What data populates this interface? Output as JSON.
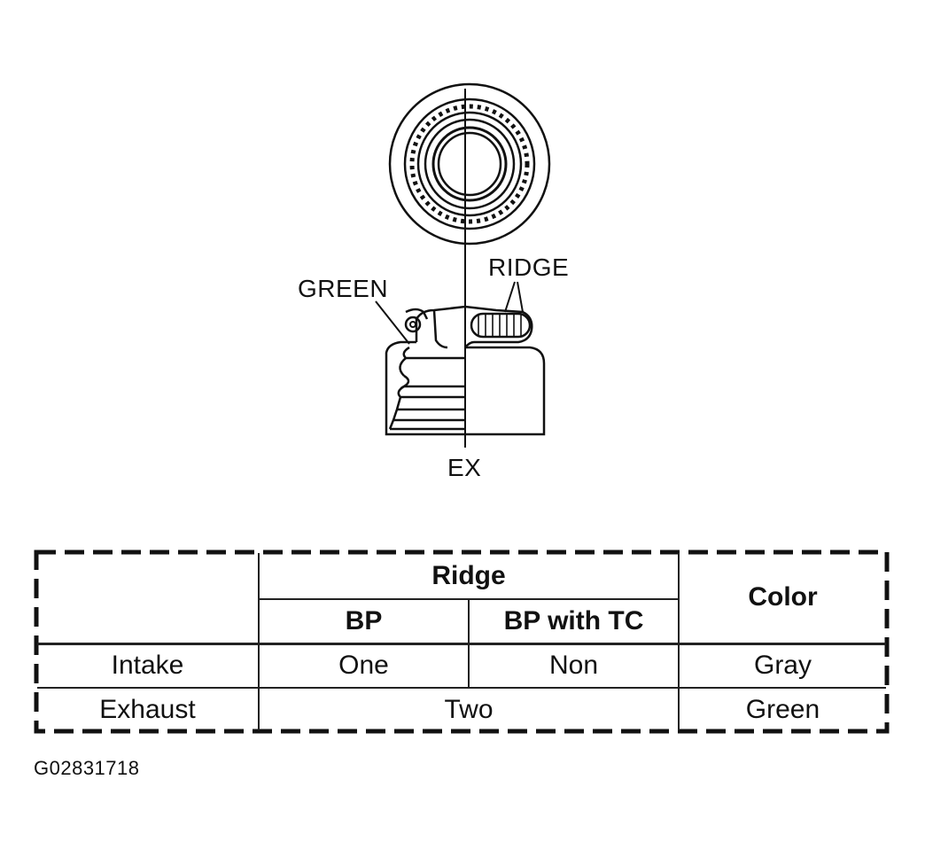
{
  "diagram": {
    "callouts": {
      "green": "GREEN",
      "ridge": "RIDGE",
      "ex": "EX"
    }
  },
  "table": {
    "header": {
      "ridge": "Ridge",
      "bp": "BP",
      "bp_with_tc": "BP with TC",
      "color": "Color"
    },
    "rows": [
      {
        "label": "Intake",
        "bp": "One",
        "bp_with_tc": "Non",
        "color": "Gray"
      },
      {
        "label": "Exhaust",
        "ridge_combined": "Two",
        "color": "Green"
      }
    ]
  },
  "figure_code": "G02831718"
}
